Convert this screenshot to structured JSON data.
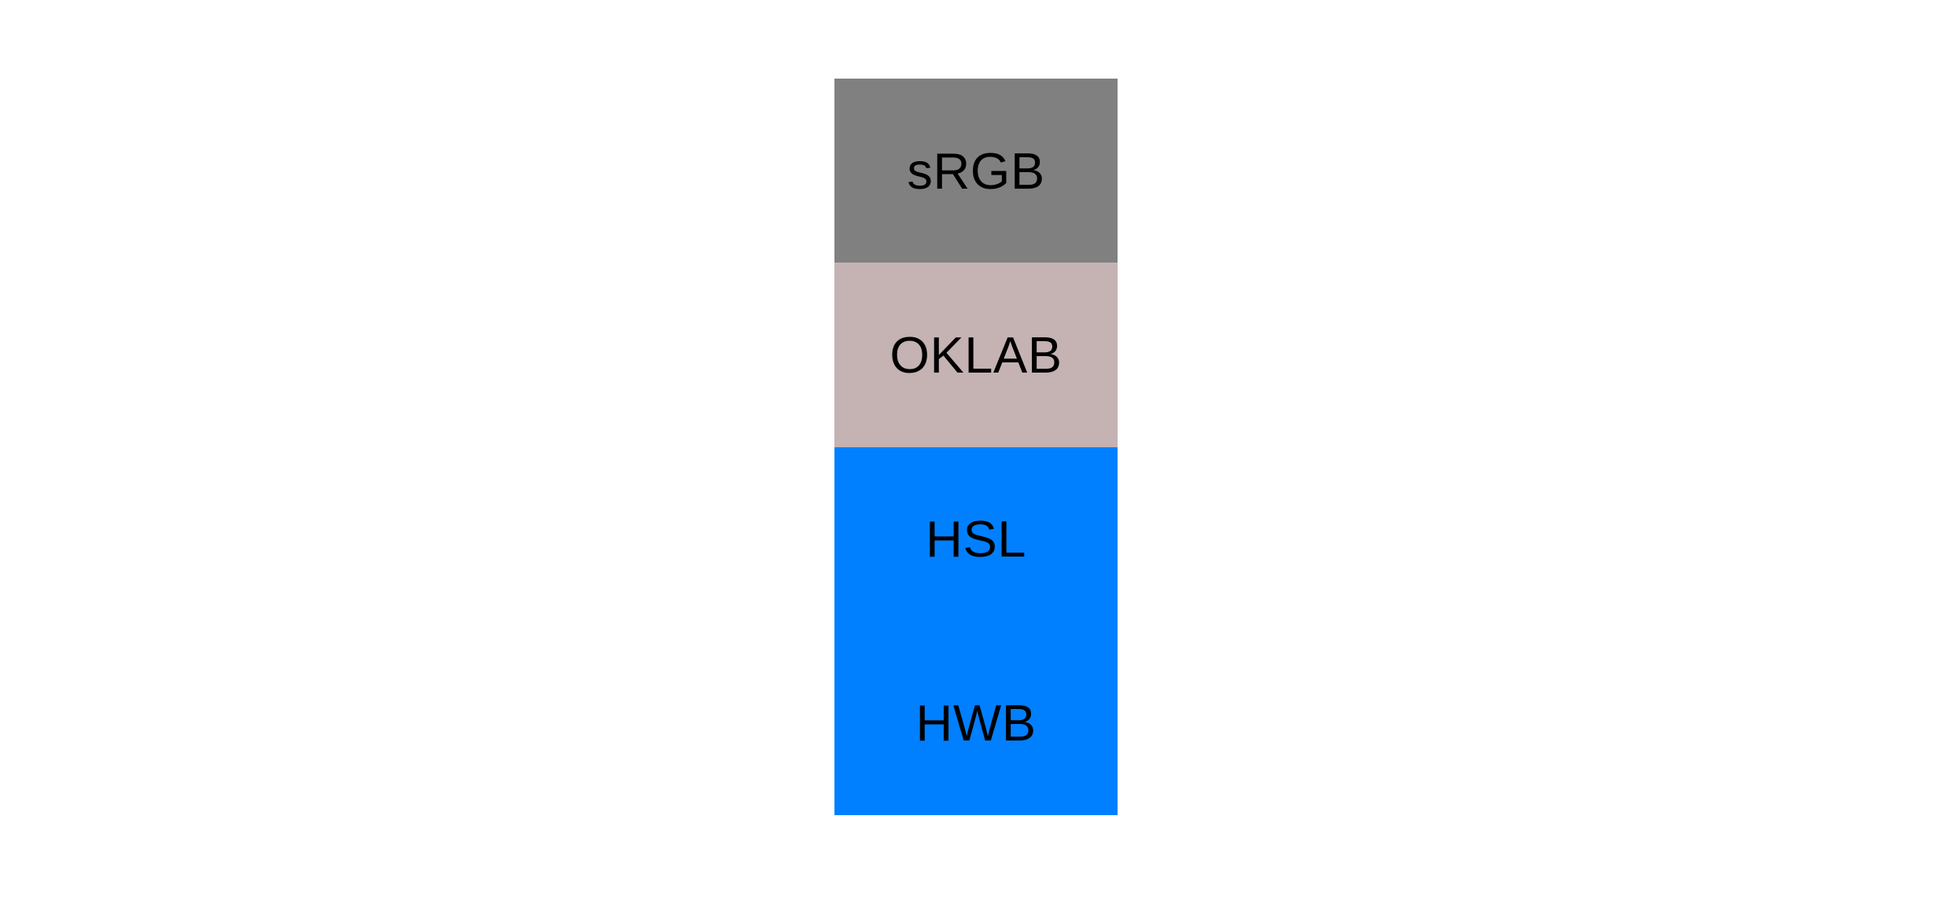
{
  "figure": {
    "background": "#FFFFFF",
    "label_text_color": "#000000",
    "swatches": [
      {
        "label": "sRGB",
        "color": "#808080"
      },
      {
        "label": "OKLAB",
        "color": "#C5B2B3"
      },
      {
        "label": "HSL",
        "color": "#0080FF"
      },
      {
        "label": "HWB",
        "color": "#0080FF"
      }
    ]
  }
}
